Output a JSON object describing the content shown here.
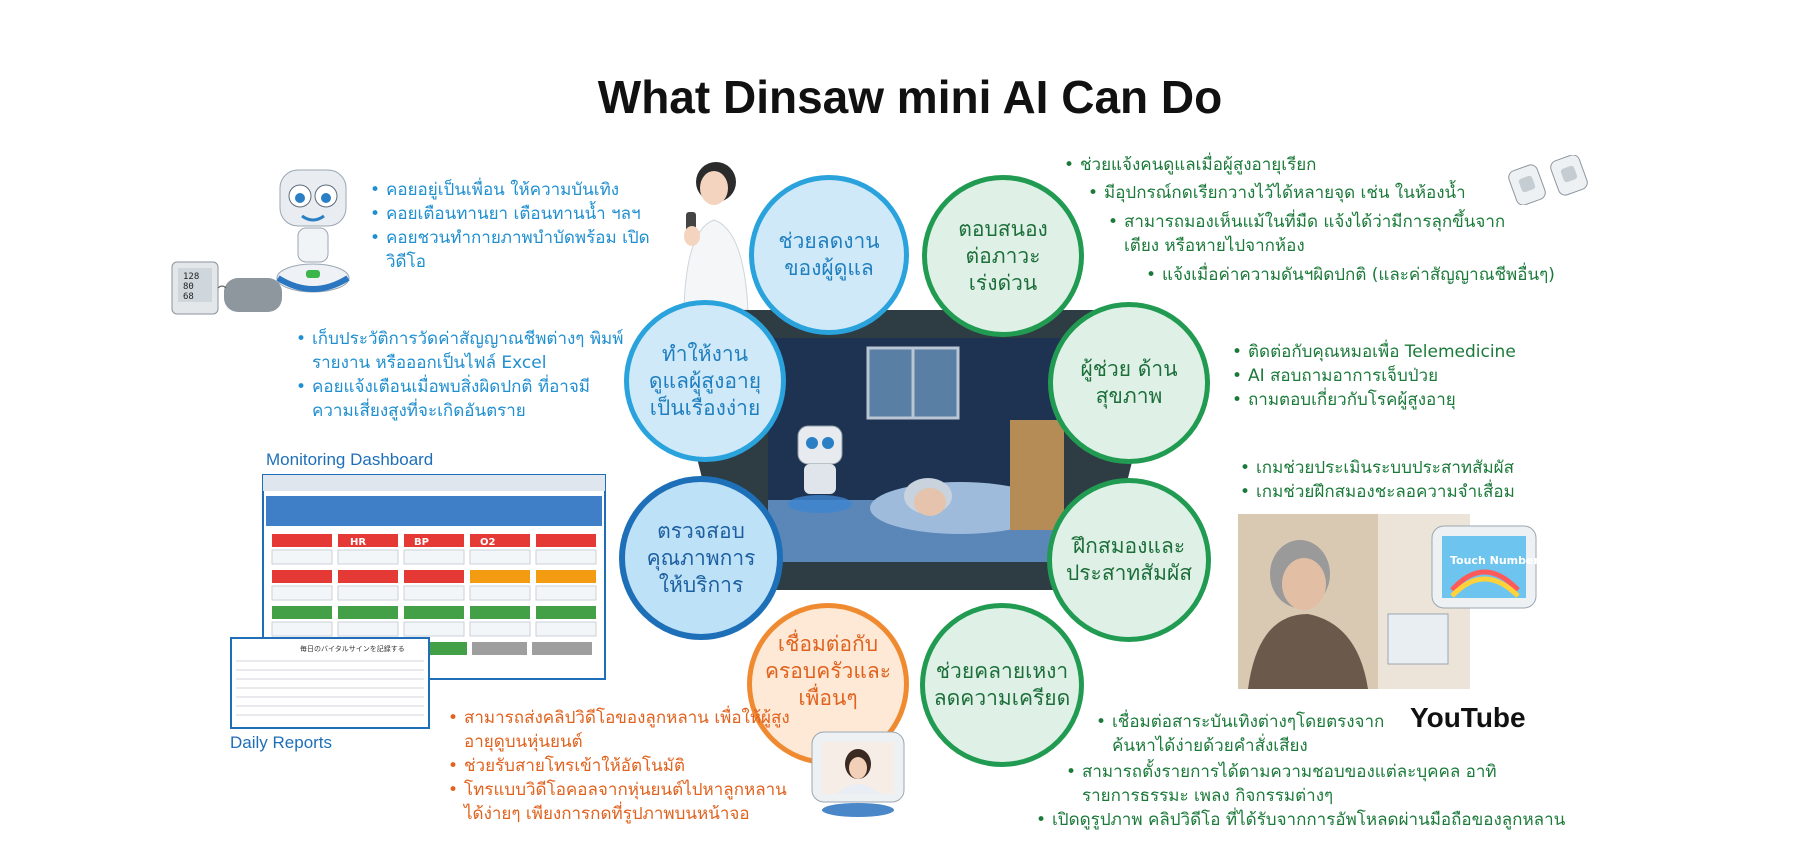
{
  "title": "What Dinsaw mini AI Can Do",
  "left": {
    "companion_bullets": [
      "คอยอยู่เป็นเพื่อน ให้ความบันเทิง",
      "คอยเตือนทานยา เตือนทานน้ำ ฯลฯ",
      "คอยชวนทำกายภาพบำบัดพร้อม เปิดวิดีโอ"
    ],
    "record_bullets": [
      "เก็บประวัติการวัดค่าสัญญาณชีพต่างๆ พิมพ์รายงาน หรือออกเป็นไฟล์ Excel",
      "คอยแจ้งเตือนเมื่อพบสิ่งผิดปกติ ที่อาจมีความเสี่ยงสูงที่จะเกิดอันตราย"
    ],
    "monitor_caption": "Monitoring Dashboard",
    "monitor_labels": [
      "HR",
      "BP",
      "O2"
    ],
    "daily_caption": "Daily Reports",
    "bp_display": [
      "128",
      "80",
      "68"
    ],
    "report_title": "毎日のバイタルサインを記録する"
  },
  "circles": {
    "reduce_work": "ช่วยลดงาน ของผู้ดูแล",
    "easy_care": "ทำให้งาน ดูแลผู้สูงอายุ เป็นเรื่องง่าย",
    "quality": "ตรวจสอบ คุณภาพการ ให้บริการ",
    "connect": "เชื่อมต่อกับ ครอบครัวและ เพื่อนๆ",
    "emergency": "ตอบสนอง ต่อภาวะ เร่งด่วน",
    "health": "ผู้ช่วย ด้านสุขภาพ",
    "brain": "ฝึกสมองและ ประสาทสัมผัส",
    "relax": "ช่วยคลายเหงา ลดความเครียด"
  },
  "right": {
    "emergency_bullets": [
      "ช่วยแจ้งคนดูแลเมื่อผู้สูงอายุเรียก",
      "มีอุปกรณ์กดเรียกวางไว้ได้หลายจุด เช่น ในห้องน้ำ",
      "สามารถมองเห็นแม้ในที่มืด แจ้งได้ว่ามีการลุกขึ้นจากเตียง หรือหายไปจากห้อง",
      "แจ้งเมื่อค่าความดันฯผิดปกติ (และค่าสัญญาณชีพอื่นๆ)"
    ],
    "health_bullets": [
      "ติดต่อกับคุณหมอเพื่อ Telemedicine",
      "AI สอบถามอาการเจ็บป่วย",
      "ถามตอบเกี่ยวกับโรคผู้สูงอายุ"
    ],
    "brain_bullets": [
      "เกมช่วยประเมินระบบประสาทสัมผัส",
      "เกมช่วยฝึกสมองชะลอความจำเสื่อม"
    ],
    "game_logo": "Touch Number",
    "relax_bullets": [
      "เชื่อมต่อสาระบันเทิงต่างๆโดยตรงจาก ค้นหาได้ง่ายด้วยคำสั่งเสียง",
      "สามารถตั้งรายการได้ตามความชอบของแต่ละบุคคล อาทิ รายการธรรมะ เพลง กิจกรรมต่างๆ",
      "เปิดดูรูปภาพ คลิปวิดีโอ ที่ได้รับจากการอัพโหลดผ่านมือถือของลูกหลาน"
    ],
    "youtube_logo": "YouTube"
  },
  "bottom_left": {
    "family_bullets": [
      "สามารถส่งคลิปวิดีโอของลูกหลาน เพื่อให้ผู้สูงอายุดูบนหุ่นยนต์",
      "ช่วยรับสายโทรเข้าให้อัตโนมัติ",
      "โทรแบบวิดีโอคอลจากหุ่นยนต์ไปหาลูกหลาน ได้ง่ายๆ เพียงการกดที่รูปภาพบนหน้าจอ"
    ]
  }
}
